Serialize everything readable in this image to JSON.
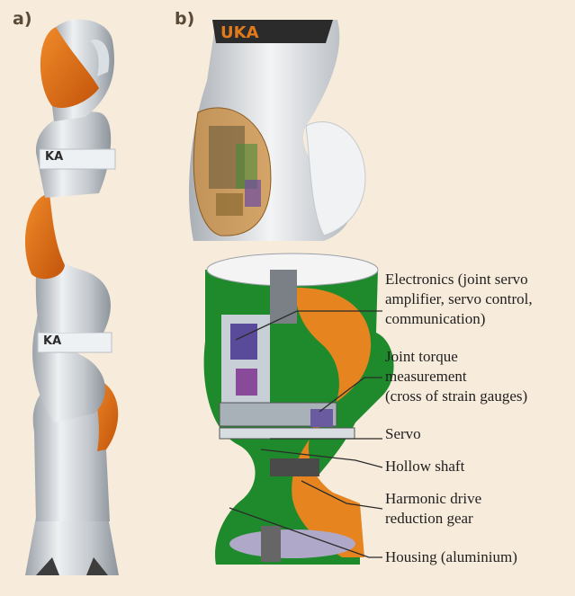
{
  "panels": {
    "a": "a)",
    "b": "b)"
  },
  "brand": {
    "logo_partial": "UKA",
    "logo_lower": "KA",
    "logo_upper": "KA"
  },
  "callouts": [
    {
      "lines": [
        "Electronics (joint servo",
        "amplifier, servo control,",
        "communication)"
      ]
    },
    {
      "lines": [
        "Joint torque",
        "measurement",
        "(cross of strain gauges)"
      ]
    },
    {
      "lines": [
        "Servo"
      ]
    },
    {
      "lines": [
        "Hollow shaft"
      ]
    },
    {
      "lines": [
        "Harmonic drive",
        "reduction gear"
      ]
    },
    {
      "lines": [
        "Housing (aluminium)"
      ]
    }
  ],
  "colors": {
    "background": "#f7ebdb",
    "robot_orange": "#e26a12",
    "robot_silver": "#c9ced3",
    "section_green": "#1f8a2c",
    "leader_line": "#2b2b2b"
  }
}
